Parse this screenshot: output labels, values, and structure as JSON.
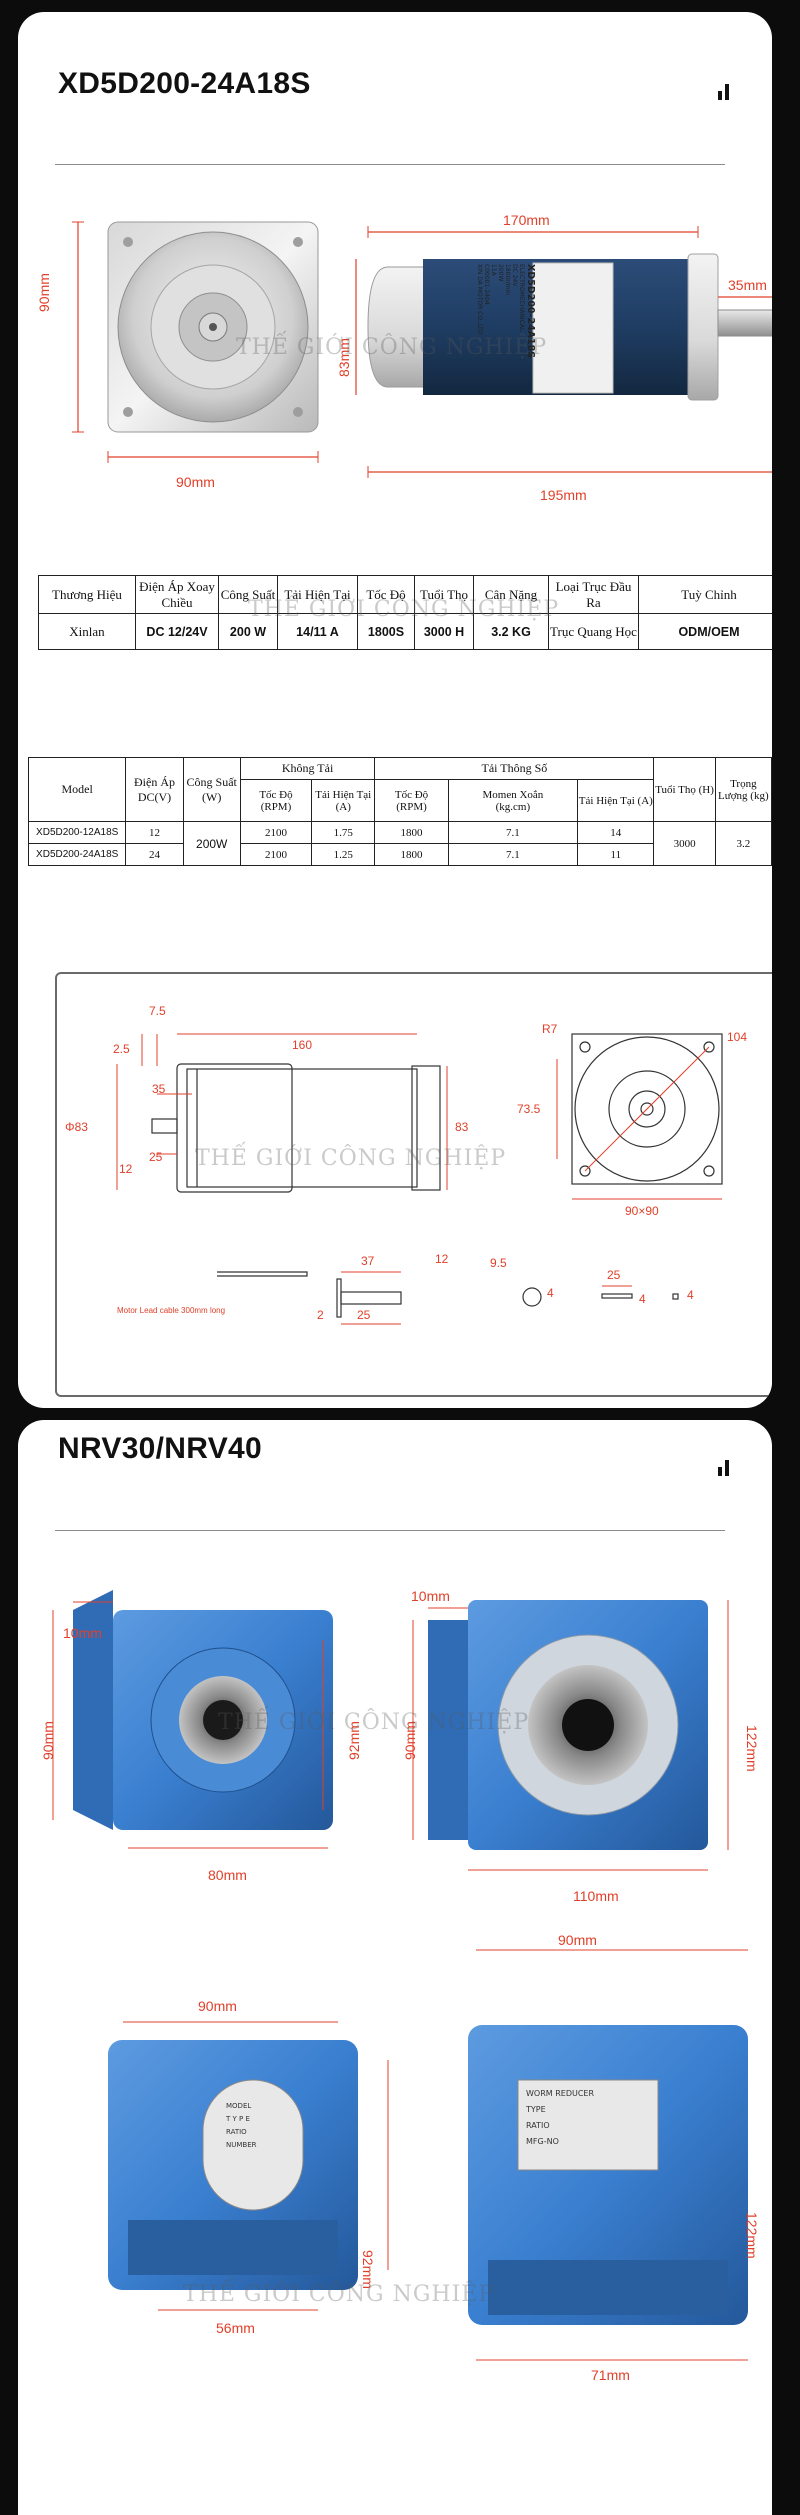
{
  "section1": {
    "title": "XD5D200-24A18S"
  },
  "photo": {
    "dim_90_left": "90mm",
    "dim_90_bottom": "90mm",
    "dim_170": "170mm",
    "dim_83": "83mm",
    "dim_35": "35mm",
    "dim_195": "195mm",
    "label_lines": [
      "XD5D200-24A18S",
      "ELECTROMECHANICAL",
      "DC 24V",
      "1800r/min",
      "200W",
      "11A",
      "C00001-2404",
      "XIN DA MOTOR CO.,LTD"
    ]
  },
  "watermark": "THẾ GIỚI CÔNG NGHIỆP",
  "spec_table": {
    "headers": [
      "Thương Hiệu",
      "Điện Áp Xoay Chiều",
      "Công Suất",
      "Tải Hiện Tại",
      "Tốc Độ",
      "Tuổi Thọ",
      "Cân Nặng",
      "Loại Trục Đầu Ra",
      "Tuỳ Chỉnh"
    ],
    "row": [
      "Xinlan",
      "DC 12/24V",
      "200 W",
      "14/11 A",
      "1800S",
      "3000 H",
      "3.2 KG",
      "Trục Quang Học",
      "ODM/OEM"
    ]
  },
  "model_table": {
    "h_model": "Model",
    "h_voltage": "Điện Áp DC(V)",
    "h_power": "Công Suất (W)",
    "h_noload": "Không Tải",
    "h_load": "Tải Thông Số",
    "h_life": "Tuổi Thọ (H)",
    "h_weight": "Trọng Lượng (kg)",
    "h_speed1": "Tốc Độ",
    "h_rpm1": "(RPM)",
    "h_cur1": "Tải Hiện Tại (A)",
    "h_speed2": "Tốc Độ",
    "h_rpm2": "(RPM)",
    "h_torque": "Momen Xoắn",
    "h_torque_unit": "(kg.cm)",
    "h_cur2": "Tải Hiện Tại (A)",
    "rows": [
      {
        "model": "XD5D200-12A18S",
        "voltage": "12",
        "speed1": "2100",
        "cur1": "1.75",
        "speed2": "1800",
        "torque": "7.1",
        "cur2": "14"
      },
      {
        "model": "XD5D200-24A18S",
        "voltage": "24",
        "speed1": "2100",
        "cur1": "1.25",
        "speed2": "1800",
        "torque": "7.1",
        "cur2": "11"
      }
    ],
    "power": "200W",
    "life": "3000",
    "weight": "3.2"
  },
  "drawing": {
    "d_7_5": "7.5",
    "d_2_5": "2.5",
    "d_160": "160",
    "d_35": "35",
    "d_phi83": "Φ83",
    "d_25": "25",
    "d_12": "12",
    "d_83": "83",
    "d_r7": "R7",
    "d_104": "104",
    "d_73_5": "73.5",
    "d_90x90": "90×90",
    "d_37": "37",
    "d_12b": "12",
    "d_2": "2",
    "d_25b": "25",
    "d_9_5": "9.5",
    "d_4a": "4",
    "d_25c": "25",
    "d_4b": "4",
    "d_4c": "4",
    "cable_note": "Motor Lead cable 300mm long"
  },
  "section2": {
    "title": "NRV30/NRV40"
  },
  "gear": {
    "d_10_a": "10mm",
    "d_90_a": "90mm",
    "d_92_a": "92mm",
    "d_80": "80mm",
    "d_10_b": "10mm",
    "d_90_b": "90mm",
    "d_122_a": "122mm",
    "d_110": "110mm",
    "d_90_c": "90mm",
    "d_92_b": "92mm",
    "d_56": "56mm",
    "d_90_d": "90mm",
    "d_122_b": "122mm",
    "d_71": "71mm",
    "plate_a": [
      "MODEL",
      "T Y P E",
      "RATIO",
      "NUMBER"
    ],
    "plate_b": [
      "WORM REDUCER",
      "TYPE",
      "RATIO",
      "MFG-NO"
    ]
  },
  "colors": {
    "accent_red": "#e0402a",
    "motor_blue": "#1f3d63",
    "gear_blue": "#3a7fd0"
  }
}
